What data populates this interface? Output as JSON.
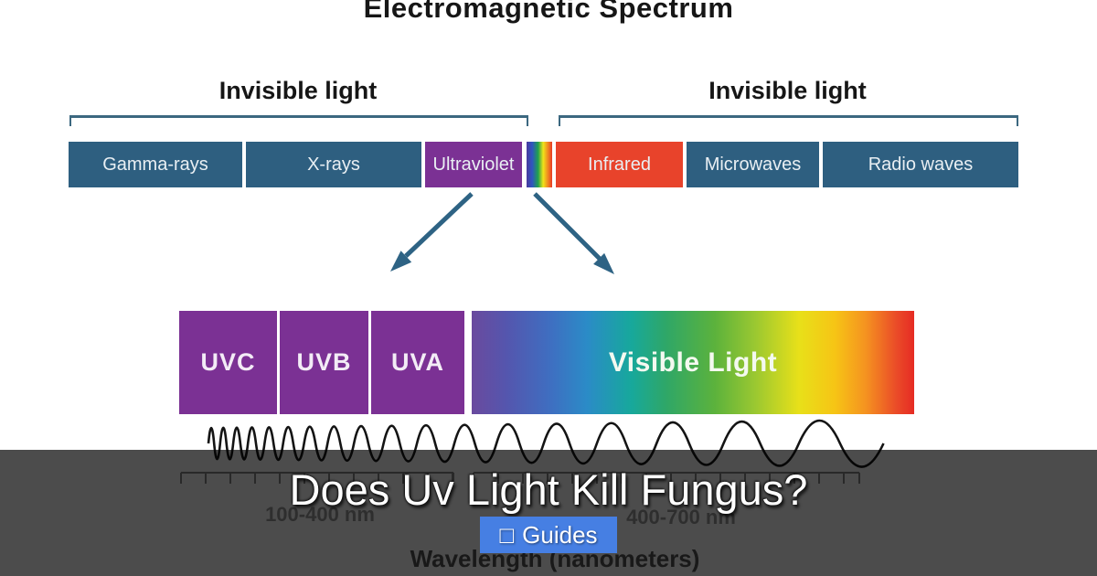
{
  "diagram": {
    "title": "Electromagnetic Spectrum",
    "left_group_label": "Invisible light",
    "right_group_label": "Invisible light",
    "spectrum_bands": [
      {
        "label": "Gamma-rays",
        "color": "#2e5f80"
      },
      {
        "label": "X-rays",
        "color": "#2e5f80"
      },
      {
        "label": "Ultraviolet",
        "color": "#7b3194"
      },
      {
        "label": "",
        "color": "rainbow-gradient"
      },
      {
        "label": "Infrared",
        "color": "#e8432b"
      },
      {
        "label": "Microwaves",
        "color": "#2e5f80"
      },
      {
        "label": "Radio waves",
        "color": "#2e5f80"
      }
    ],
    "uv_bands": [
      {
        "label": "UVC",
        "color": "#7b3194"
      },
      {
        "label": "UVB",
        "color": "#7b3194"
      },
      {
        "label": "UVA",
        "color": "#7b3194"
      }
    ],
    "visible_light_label": "Visible Light",
    "uv_range_label": "100-400 nm",
    "visible_range_label": "400-700 nm",
    "axis_label": "Wavelength (nanometers)",
    "bracket_color": "#3c6880",
    "arrow_color": "#2e6384"
  },
  "overlay": {
    "title": "Does Uv Light Kill Fungus?",
    "badge": {
      "glyph": "□",
      "label": "Guides",
      "color": "#467fe3"
    }
  }
}
